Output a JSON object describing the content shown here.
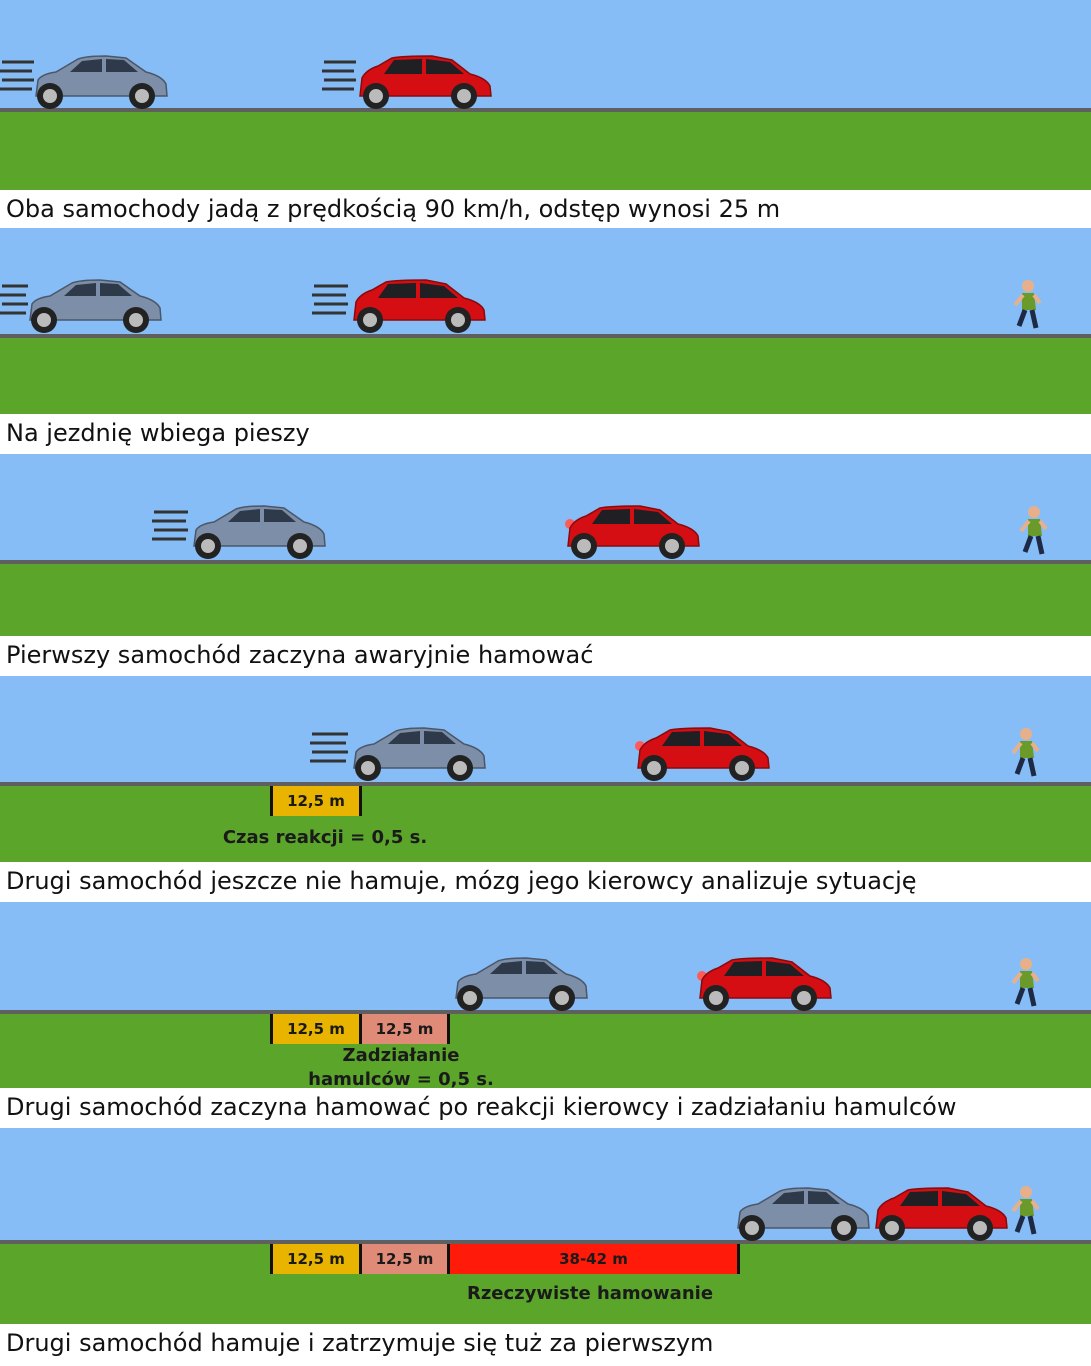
{
  "colors": {
    "sky": "#86bdf7",
    "grass": "#5aa52a",
    "road": "#5f5f5f",
    "first_car": "#d40e12",
    "second_car": "#7d8ea8",
    "reaction_segment": "#e8b400",
    "brake_delay_segment": "#e08a78",
    "braking_segment": "#ff1a0a"
  },
  "icons": [
    "red-car-icon",
    "blue-car-icon",
    "pedestrian-icon",
    "speed-lines-icon",
    "brake-light-icon"
  ],
  "panels": [
    {
      "caption": "Oba samochody jadą z prędkością 90 km/h, odstęp wynosi 25 m"
    },
    {
      "caption": "Na jezdnię wbiega pieszy"
    },
    {
      "caption": "Pierwszy samochód zaczyna awaryjnie hamować"
    },
    {
      "caption": "Drugi samochód jeszcze nie hamuje, mózg jego kierowcy analizuje sytuację",
      "segments": [
        "12,5 m"
      ],
      "note": "Czas reakcji = 0,5 s."
    },
    {
      "caption": "Drugi samochód zaczyna hamować po reakcji kierowcy i zadziałaniu hamulców",
      "segments": [
        "12,5 m",
        "12,5 m"
      ],
      "note_line1": "Zadziałanie",
      "note_line2": "hamulców = 0,5 s."
    },
    {
      "caption": "Drugi samochód hamuje i zatrzymuje się tuż za pierwszym",
      "segments": [
        "12,5 m",
        "12,5 m",
        "38-42 m"
      ],
      "note": "Rzeczywiste hamowanie"
    }
  ]
}
